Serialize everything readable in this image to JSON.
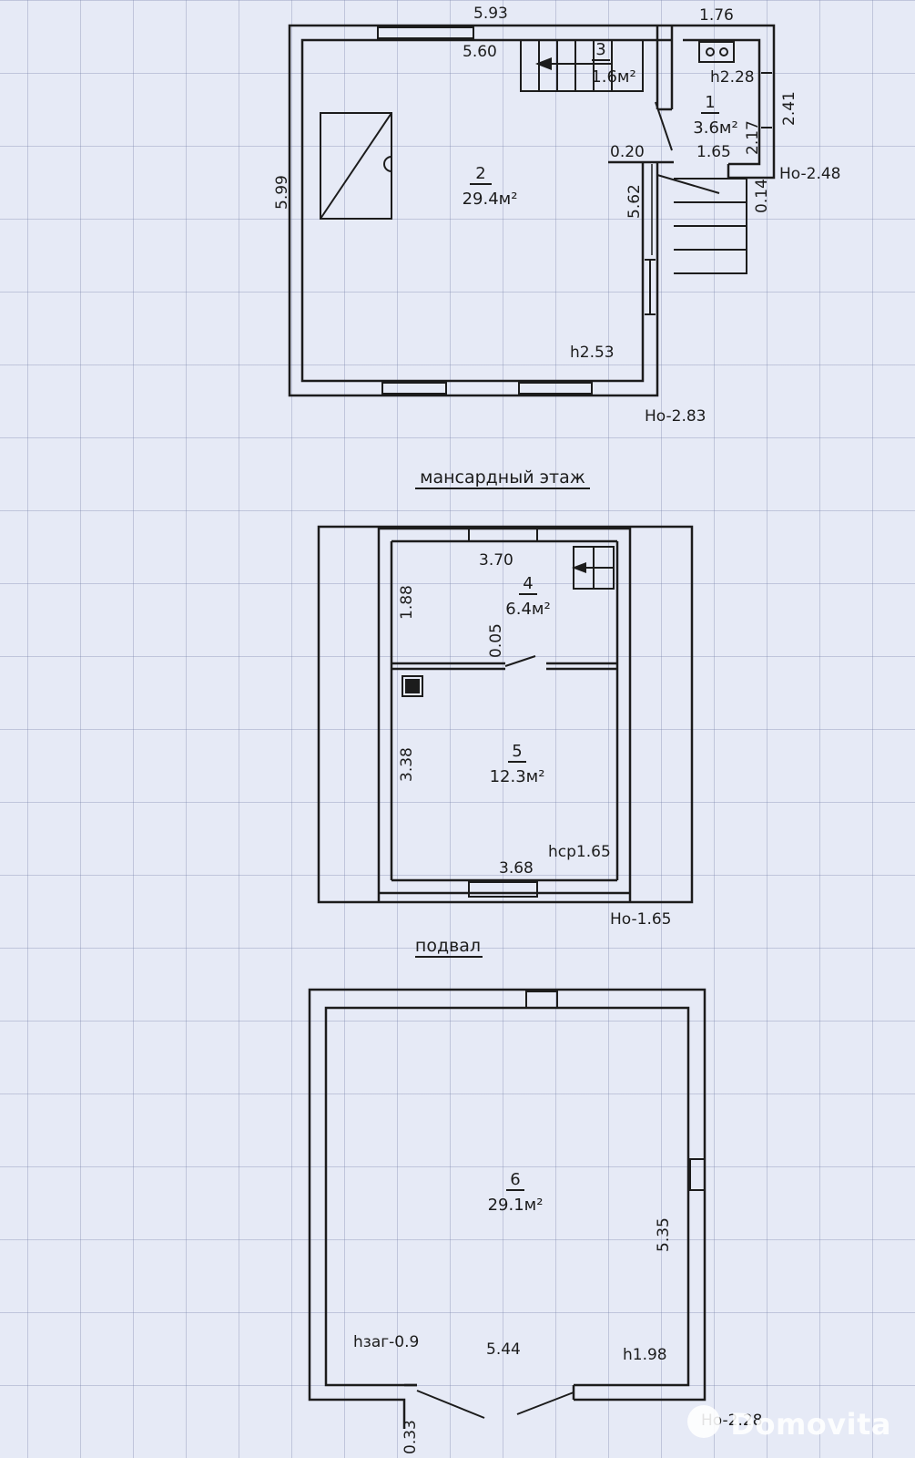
{
  "floor1": {
    "dims": {
      "top_outer": "5.93",
      "top_inner": "5.60",
      "left": "5.99",
      "right_inner": "5.62",
      "vest_width": "1.76",
      "vest_height_outer": "2.41",
      "vest_height_inner": "2.17",
      "vest_inner_width": "1.65",
      "partition": "0.20",
      "step": "0.14"
    },
    "heights": {
      "main": "h2.53",
      "vestibule": "h2.28",
      "mark_vest": "Ho-2.48",
      "mark_main": "Ho-2.83"
    },
    "rooms": [
      {
        "num": "1",
        "area": "3.6м²"
      },
      {
        "num": "2",
        "area": "29.4м²"
      },
      {
        "num": "3",
        "area": "1.6м²"
      }
    ]
  },
  "attic": {
    "caption": "мансардный этаж",
    "dims": {
      "top": "3.70",
      "bottom": "3.68",
      "left_upper": "1.88",
      "left_lower": "3.38",
      "partition": "0.05"
    },
    "heights": {
      "avg": "hcp1.65",
      "mark": "Ho-1.65"
    },
    "rooms": [
      {
        "num": "4",
        "area": "6.4м²"
      },
      {
        "num": "5",
        "area": "12.3м²"
      }
    ]
  },
  "basement": {
    "caption": "подвал",
    "dims": {
      "width": "5.44",
      "height": "5.35",
      "step": "0.33"
    },
    "heights": {
      "depth": "hзаг-0.9",
      "h": "h1.98",
      "mark": "Ho-2.28"
    },
    "rooms": [
      {
        "num": "6",
        "area": "29.1м²"
      }
    ]
  },
  "watermark": {
    "text": "Domovita"
  },
  "colors": {
    "paper": "#e6eaf6",
    "ink": "#1c1c1c",
    "grid": "#8c94b4"
  }
}
